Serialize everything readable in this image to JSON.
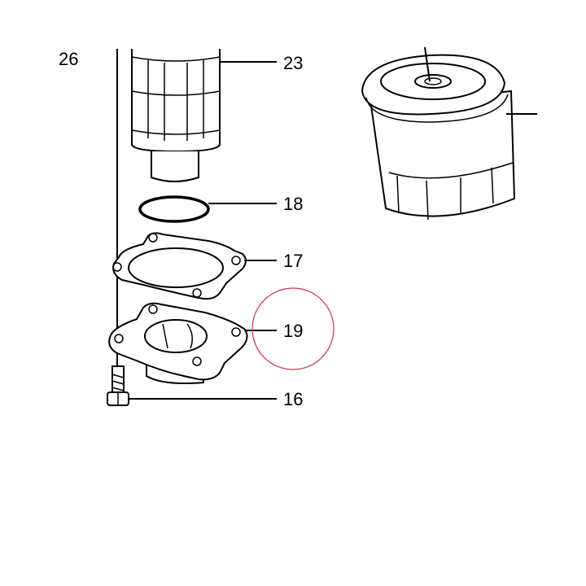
{
  "callouts": {
    "c26": "26",
    "c23": "23",
    "c18": "18",
    "c17": "17",
    "c19": "19",
    "c16": "16"
  },
  "highlight": {
    "color": "#c0394a",
    "target": "19"
  }
}
